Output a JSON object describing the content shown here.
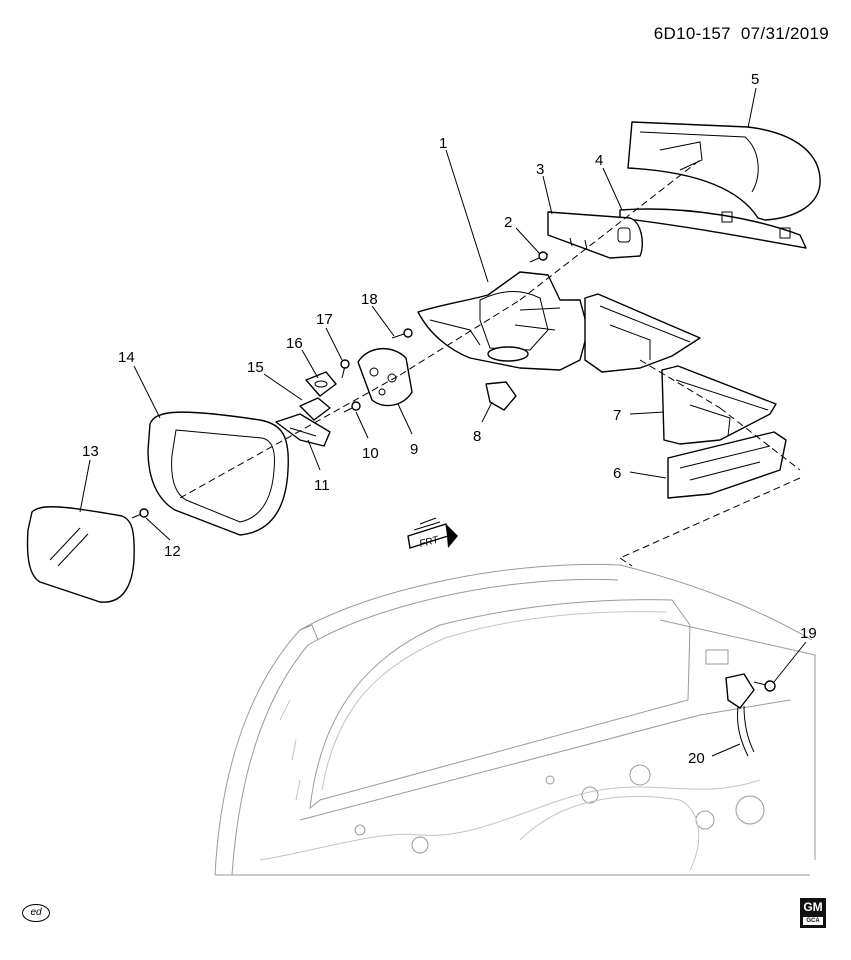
{
  "diagram_code": "6D10-157",
  "diagram_date": "07/31/2019",
  "fwd_label": "FRT",
  "ed_badge": "ed",
  "logo": {
    "mark": "GM",
    "sub": "GCA"
  },
  "callouts": [
    "1",
    "2",
    "3",
    "4",
    "5",
    "6",
    "7",
    "8",
    "9",
    "10",
    "11",
    "12",
    "13",
    "14",
    "15",
    "16",
    "17",
    "18",
    "19",
    "20"
  ]
}
